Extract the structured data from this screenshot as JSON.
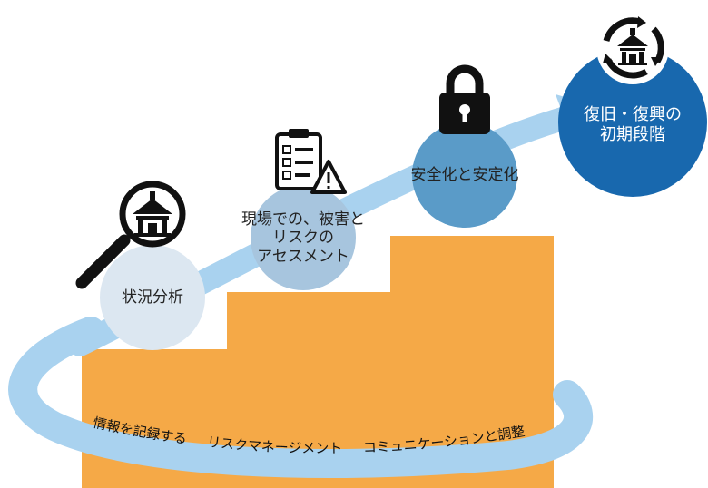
{
  "stages": [
    {
      "label": "状況分析",
      "icon": "magnifier-temple-icon"
    },
    {
      "label": "現場での、被害と\nリスクの\nアセスメント",
      "icon": "checklist-warning-icon"
    },
    {
      "label": "安全化と安定化",
      "icon": "padlock-icon"
    },
    {
      "label": "復旧・復興の\n初期段階",
      "icon": "cycle-temple-icon"
    }
  ],
  "bottom_labels": [
    "情報を記録する",
    "リスクマネージメント",
    "コミュニケーションと調整"
  ],
  "colors": {
    "stairs": "#F5A947",
    "arrow": "#A9D2EF",
    "stage1": "#DCE7F1",
    "stage2": "#A7C5DE",
    "stage3": "#5A9BC8",
    "stage4": "#1868AE",
    "icon": "#111111"
  }
}
